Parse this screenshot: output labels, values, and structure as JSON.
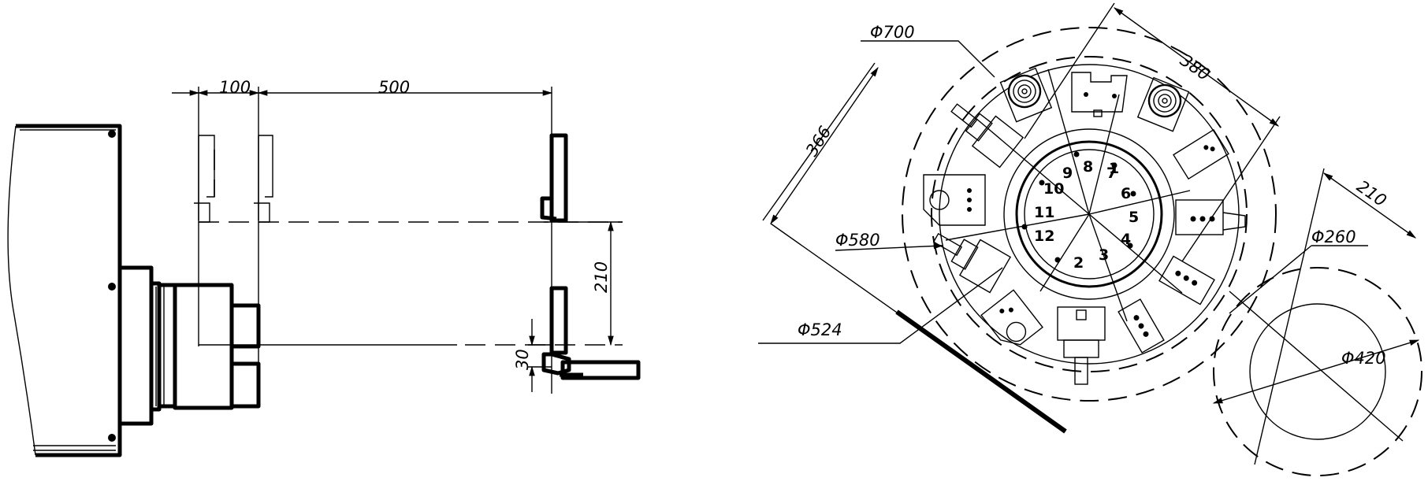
{
  "side_view": {
    "dims": {
      "d100": "100",
      "d500": "500",
      "d210": "210",
      "d30": "30"
    }
  },
  "turret_view": {
    "dims": {
      "phi700": "Φ700",
      "phi580": "Φ580",
      "phi524": "Φ524",
      "phi260": "Φ260",
      "phi420": "Φ420",
      "d380": "380",
      "d366": "366",
      "d210": "210"
    },
    "stations": [
      "1",
      "2",
      "3",
      "4",
      "5",
      "6",
      "7",
      "8",
      "9",
      "10",
      "11",
      "12"
    ]
  }
}
